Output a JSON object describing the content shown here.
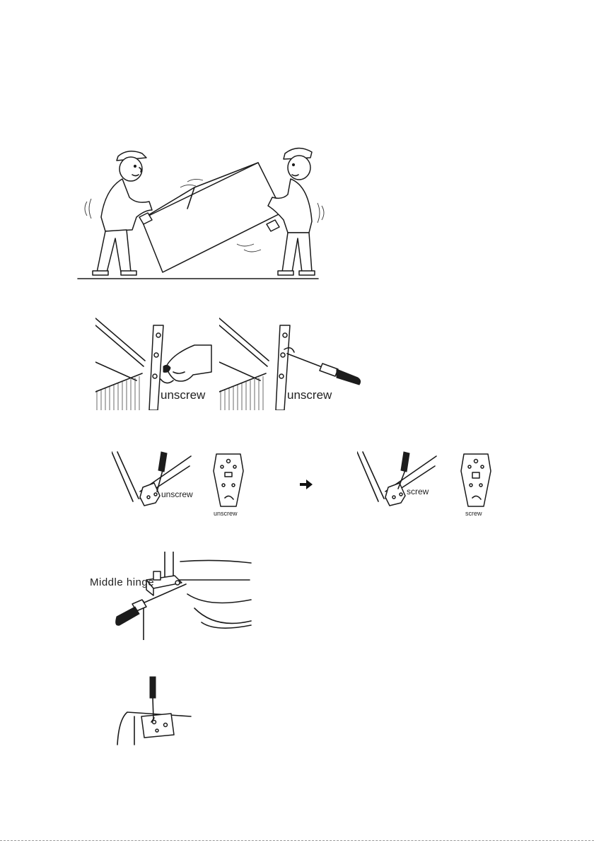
{
  "figures": {
    "lifting": {},
    "handle_removal": {
      "left_label": "unscrew",
      "right_label": "unscrew"
    },
    "hinge_swap": {
      "left_label": "unscrew",
      "left_plate_label": "unscrew",
      "arrow_icon": "right-arrow-icon",
      "right_label": "screw",
      "right_plate_label": "screw"
    },
    "middle_hinge": {
      "label": "Middle hinge"
    },
    "top_hinge": {}
  }
}
